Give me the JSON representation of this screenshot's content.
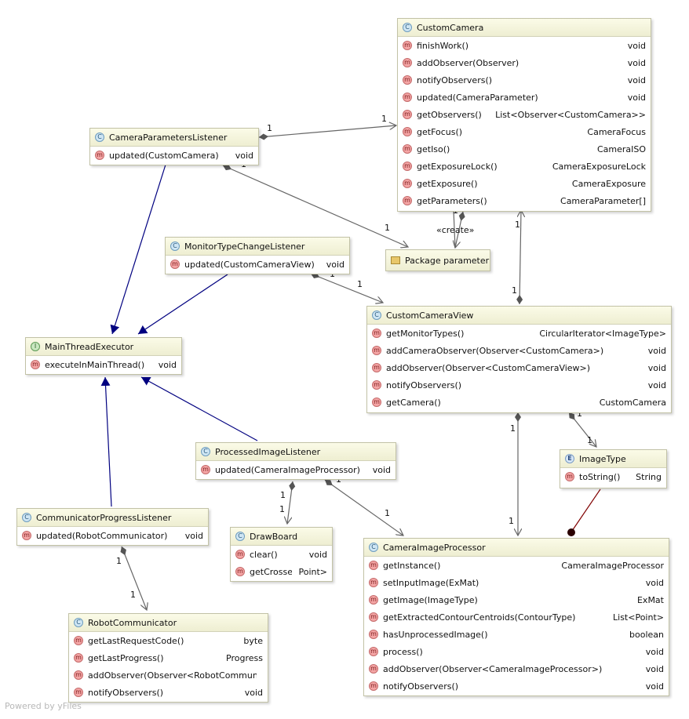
{
  "watermark": "Powered by yFiles",
  "classes": {
    "custom_camera": {
      "name": "CustomCamera",
      "icon": "C",
      "methods": [
        {
          "name": "finishWork()",
          "ret": "void"
        },
        {
          "name": "addObserver(Observer)",
          "ret": "void"
        },
        {
          "name": "notifyObservers()",
          "ret": "void"
        },
        {
          "name": "updated(CameraParameter)",
          "ret": "void"
        },
        {
          "name": "getObservers()",
          "ret": "List<Observer<CustomCamera>>"
        },
        {
          "name": "getFocus()",
          "ret": "CameraFocus"
        },
        {
          "name": "getIso()",
          "ret": "CameraISO"
        },
        {
          "name": "getExposureLock()",
          "ret": "CameraExposureLock"
        },
        {
          "name": "getExposure()",
          "ret": "CameraExposure"
        },
        {
          "name": "getParameters()",
          "ret": "CameraParameter[]"
        }
      ]
    },
    "camera_parameters_listener": {
      "name": "CameraParametersListener",
      "icon": "C",
      "methods": [
        {
          "name": "updated(CustomCamera)",
          "ret": "void"
        }
      ]
    },
    "monitor_type_change_listener": {
      "name": "MonitorTypeChangeListener",
      "icon": "C",
      "methods": [
        {
          "name": "updated(CustomCameraView)",
          "ret": "void"
        }
      ]
    },
    "main_thread_executor": {
      "name": "MainThreadExecutor",
      "icon": "I",
      "methods": [
        {
          "name": "executeInMainThread()",
          "ret": "void"
        }
      ]
    },
    "custom_camera_view": {
      "name": "CustomCameraView",
      "icon": "C",
      "methods": [
        {
          "name": "getMonitorTypes()",
          "ret": "CircularIterator<ImageType>"
        },
        {
          "name": "addCameraObserver(Observer<CustomCamera>)",
          "ret": "void"
        },
        {
          "name": "addObserver(Observer<CustomCameraView>)",
          "ret": "void"
        },
        {
          "name": "notifyObservers()",
          "ret": "void"
        },
        {
          "name": "getCamera()",
          "ret": "CustomCamera"
        }
      ]
    },
    "image_type": {
      "name": "ImageType",
      "icon": "E",
      "methods": [
        {
          "name": "toString()",
          "ret": "String"
        }
      ]
    },
    "processed_image_listener": {
      "name": "ProcessedImageListener",
      "icon": "C",
      "methods": [
        {
          "name": "updated(CameraImageProcessor)",
          "ret": "void"
        }
      ]
    },
    "communicator_progress_listener": {
      "name": "CommunicatorProgressListener",
      "icon": "C",
      "methods": [
        {
          "name": "updated(RobotCommunicator)",
          "ret": "void"
        }
      ]
    },
    "draw_board": {
      "name": "DrawBoard",
      "icon": "C",
      "methods": [
        {
          "name": "clear()",
          "ret": "void"
        },
        {
          "name": "getCrosses()",
          "ret": "Point>"
        }
      ]
    },
    "camera_image_processor": {
      "name": "CameraImageProcessor",
      "icon": "C",
      "methods": [
        {
          "name": "getInstance()",
          "ret": "CameraImageProcessor"
        },
        {
          "name": "setInputImage(ExMat)",
          "ret": "void"
        },
        {
          "name": "getImage(ImageType)",
          "ret": "ExMat"
        },
        {
          "name": "getExtractedContourCentroids(ContourType)",
          "ret": "List<Point>"
        },
        {
          "name": "hasUnprocessedImage()",
          "ret": "boolean"
        },
        {
          "name": "process()",
          "ret": "void"
        },
        {
          "name": "addObserver(Observer<CameraImageProcessor>)",
          "ret": "void"
        },
        {
          "name": "notifyObservers()",
          "ret": "void"
        }
      ]
    },
    "robot_communicator": {
      "name": "RobotCommunicator",
      "icon": "C",
      "methods": [
        {
          "name": "getLastRequestCode()",
          "ret": "byte"
        },
        {
          "name": "getLastProgress()",
          "ret": "Progress"
        },
        {
          "name": "addObserver(Observer<RobotCommunicator>)",
          "ret": ""
        },
        {
          "name": "notifyObservers()",
          "ret": "void"
        }
      ]
    }
  },
  "package": {
    "name": "Package parameter"
  },
  "labels": {
    "one": "1",
    "create": "«create»"
  },
  "icons": {
    "class": "class-icon",
    "method": "method-icon",
    "interface": "interface-icon",
    "enum": "enum-icon",
    "package": "package-icon"
  },
  "colors": {
    "inheritance": "#000080",
    "association": "#666666",
    "enum_link": "#800000"
  }
}
